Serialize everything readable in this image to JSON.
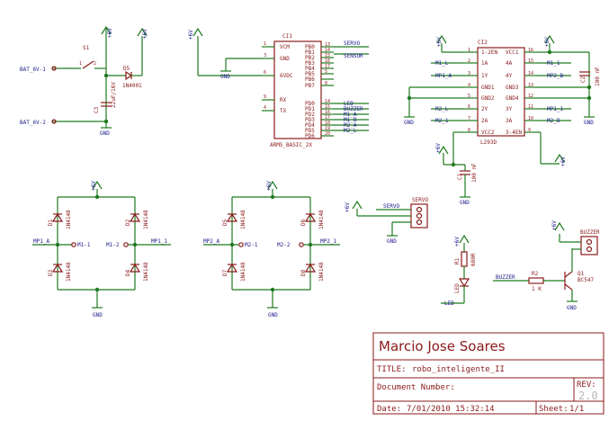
{
  "title_block": {
    "author": "Marcio Jose Soares",
    "title_label": "TITLE:",
    "title_value": "robo_inteligente_II",
    "docnum_label": "Document Number:",
    "rev_label": "REV:",
    "rev_value": "2.0",
    "date_label": "Date:",
    "date_value": "7/01/2010 15:32:14",
    "sheet_label": "Sheet:",
    "sheet_value": "1/1"
  },
  "labels": {
    "bat_pos": "BAT_6V-1",
    "bat_neg": "BAT_6V-2",
    "s1": "S1",
    "d5": "D5",
    "d5_val": "1N4001",
    "c3": "C3",
    "c3_val": "22uF/16V",
    "gnd": "GND",
    "plus6v": "+6V",
    "ci1": "CI1",
    "ci1_name": "ARMS_BASIC_2X",
    "ci1_pins_left": [
      "VCM",
      "GND",
      "",
      "6VDC",
      "RX",
      "TX"
    ],
    "ci1_pin_nums_left": [
      "1",
      "3",
      "",
      "6",
      "9",
      "4"
    ],
    "ci1_pins_right": [
      "PB0",
      "PB1",
      "PB2",
      "PB3",
      "PB4",
      "PB5",
      "PB6",
      "PB7",
      "PD0",
      "PD1",
      "PD2",
      "PD3",
      "PD4",
      "PD5",
      "PD6"
    ],
    "ci1_pin_nums_right": [
      "13",
      "14",
      "15",
      "16",
      "17",
      "5",
      "",
      "8",
      "14",
      "15",
      "16",
      "17",
      "18",
      "19",
      "20"
    ],
    "servo": "SERVO",
    "sensor": "SENSOR",
    "led": "LED",
    "buzzer": "BUZZER",
    "m1a": "M1_A",
    "m1b": "M1_B",
    "m2a": "M2_A",
    "m2l": "M2_L",
    "ci2": "CI2",
    "ci2_name": "L293D",
    "ci2_left": [
      "1-2EN",
      "1A",
      "1Y",
      "GND1",
      "GND2",
      "2Y",
      "2A",
      "VCC2"
    ],
    "ci2_right": [
      "VCC1",
      "4A",
      "4Y",
      "GND3",
      "GND4",
      "3Y",
      "3A",
      "3-4EN"
    ],
    "ci2_left_nums": [
      "1",
      "2",
      "3",
      "4",
      "5",
      "6",
      "7",
      "8"
    ],
    "ci2_right_nums": [
      "16",
      "15",
      "14",
      "13",
      "12",
      "11",
      "10",
      "9"
    ],
    "net_m1_l": "M1_L",
    "net_mp1_a": "MP1_A",
    "net_m2_l": "M2_L",
    "net_m2_1": "M2_1",
    "net_m1_1": "M1_1",
    "net_mp2_b": "MP2_B",
    "net_mp1_1": "MP1_1",
    "net_m1_a": "M1_A",
    "net_m2_b": "M2_B",
    "c2": "C2",
    "c2_val": "100 nF",
    "c1": "C1",
    "c1_val": "100 nF",
    "d1": "D1",
    "d2": "D2",
    "d3": "D3",
    "d4": "D4",
    "d5b": "D5",
    "d6": "D6",
    "d7": "D7",
    "d8": "D8",
    "diode_val": "1N4148",
    "mp1_a": "MP1_A",
    "mp1_1": "MP1_1",
    "mp2_a": "MP2_A",
    "mp2_1": "MP2_1",
    "m1_1": "M1-1",
    "m1_2": "M1-2",
    "m2_1": "M2-1",
    "m2_2": "M2-2",
    "servo_conn": "SERVO",
    "servo_net": "SERVO",
    "r1": "R1",
    "r1_val": "680R",
    "r2": "R2",
    "r2_val": "1 K",
    "led_comp": "LED",
    "led_net": "LED",
    "buzzer_net": "BUZZER",
    "buzzer_comp": "BUZZER",
    "q1": "Q1",
    "q1_val": "BC547"
  }
}
